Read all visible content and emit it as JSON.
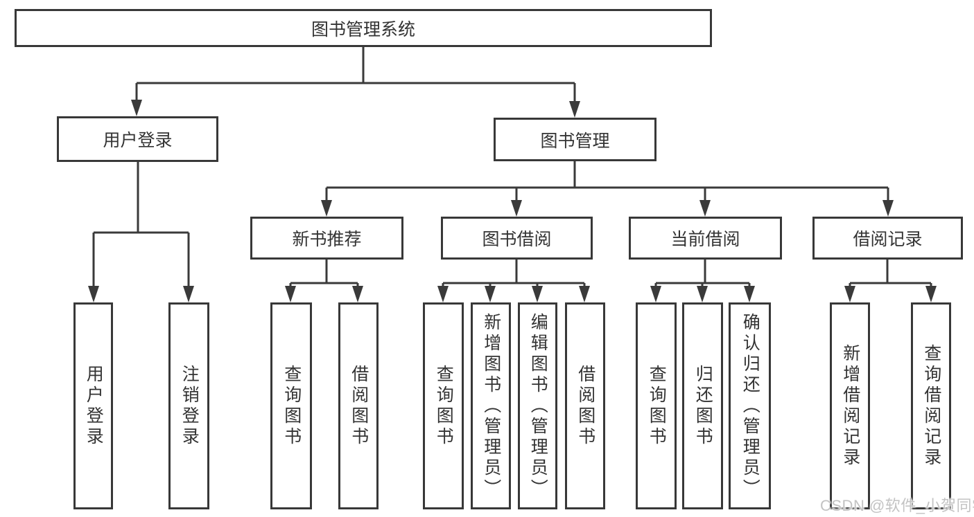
{
  "diagram_title": "图书管理系统",
  "colors": {
    "border": "#383838",
    "line": "#3a3a3a",
    "text": "#333333",
    "background": "#ffffff",
    "watermark_text": "#c3c3c3"
  },
  "tree": {
    "label": "图书管理系统",
    "children": [
      {
        "label": "用户登录",
        "children": [
          {
            "label": "用户登录"
          },
          {
            "label": "注销登录"
          }
        ]
      },
      {
        "label": "图书管理",
        "children": [
          {
            "label": "新书推荐",
            "children": [
              {
                "label": "查询图书"
              },
              {
                "label": "借阅图书"
              }
            ]
          },
          {
            "label": "图书借阅",
            "children": [
              {
                "label": "查询图书"
              },
              {
                "label": "新增图书（管理员）"
              },
              {
                "label": "编辑图书（管理员）"
              },
              {
                "label": "借阅图书"
              }
            ]
          },
          {
            "label": "当前借阅",
            "children": [
              {
                "label": "查询图书"
              },
              {
                "label": "归还图书"
              },
              {
                "label": "确认归还（管理员）"
              }
            ]
          },
          {
            "label": "借阅记录",
            "children": [
              {
                "label": "新增借阅记录"
              },
              {
                "label": "查询借阅记录"
              }
            ]
          }
        ]
      }
    ]
  },
  "watermark": {
    "text": "CSDN @软件_小贺同学"
  }
}
